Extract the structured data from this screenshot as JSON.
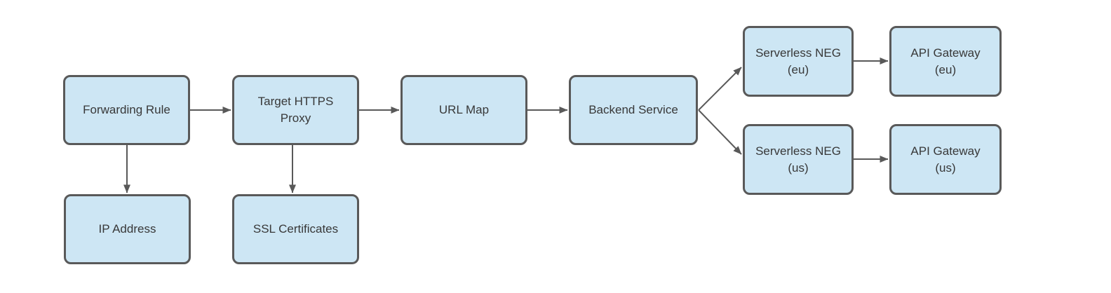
{
  "diagram": {
    "type": "flowchart",
    "background_color": "#ffffff",
    "node_fill_color": "#cde6f4",
    "node_border_color": "#595959",
    "arrow_color": "#595959",
    "text_color": "#383838",
    "nodes": [
      {
        "id": "forwarding-rule",
        "label": "Forwarding Rule"
      },
      {
        "id": "target-https-proxy",
        "label": "Target HTTPS\nProxy"
      },
      {
        "id": "url-map",
        "label": "URL Map"
      },
      {
        "id": "backend-service",
        "label": "Backend Service"
      },
      {
        "id": "serverless-neg-eu",
        "label": "Serverless NEG\n(eu)"
      },
      {
        "id": "api-gateway-eu",
        "label": "API Gateway\n(eu)"
      },
      {
        "id": "serverless-neg-us",
        "label": "Serverless NEG\n(us)"
      },
      {
        "id": "api-gateway-us",
        "label": "API Gateway\n(us)"
      },
      {
        "id": "ip-address",
        "label": "IP Address"
      },
      {
        "id": "ssl-certificates",
        "label": "SSL Certificates"
      }
    ],
    "edges": [
      {
        "from": "forwarding-rule",
        "to": "target-https-proxy",
        "points": [
          [
            271,
            157
          ],
          [
            329,
            157
          ]
        ]
      },
      {
        "from": "target-https-proxy",
        "to": "url-map",
        "points": [
          [
            512,
            157
          ],
          [
            569,
            157
          ]
        ]
      },
      {
        "from": "url-map",
        "to": "backend-service",
        "points": [
          [
            752,
            157
          ],
          [
            809,
            157
          ]
        ]
      },
      {
        "from": "backend-service",
        "to": "serverless-neg-eu",
        "points": [
          [
            996,
            157
          ],
          [
            1057,
            96
          ]
        ]
      },
      {
        "from": "backend-service",
        "to": "serverless-neg-us",
        "points": [
          [
            996,
            157
          ],
          [
            1057,
            220
          ]
        ]
      },
      {
        "from": "serverless-neg-eu",
        "to": "api-gateway-eu",
        "points": [
          [
            1217,
            87
          ],
          [
            1266,
            87
          ]
        ]
      },
      {
        "from": "serverless-neg-us",
        "to": "api-gateway-us",
        "points": [
          [
            1217,
            227
          ],
          [
            1266,
            227
          ]
        ]
      },
      {
        "from": "forwarding-rule",
        "to": "ip-address",
        "points": [
          [
            181,
            207
          ],
          [
            181,
            275
          ]
        ]
      },
      {
        "from": "target-https-proxy",
        "to": "ssl-certificates",
        "points": [
          [
            417,
            207
          ],
          [
            417,
            275
          ]
        ]
      }
    ]
  }
}
